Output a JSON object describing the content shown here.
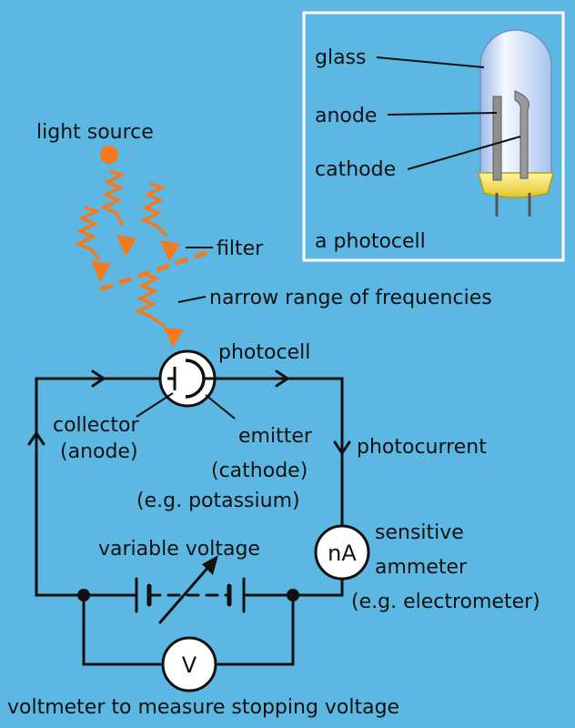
{
  "labels": {
    "light_source": "light source",
    "filter": "filter",
    "narrow_range": "narrow range of frequencies",
    "photocell": "photocell",
    "collector": "collector",
    "collector_sub": "(anode)",
    "emitter": "emitter",
    "emitter_sub": "(cathode)",
    "emitter_example": "(e.g. potassium)",
    "photocurrent": "photocurrent",
    "variable_voltage": "variable voltage",
    "sensitive": "sensitive",
    "ammeter": "ammeter",
    "ammeter_example": "(e.g. electrometer)",
    "voltmeter_caption": "voltmeter to measure stopping voltage"
  },
  "meters": {
    "ammeter_symbol": "nA",
    "voltmeter_symbol": "V"
  },
  "inset": {
    "glass": "glass",
    "anode": "anode",
    "cathode": "cathode",
    "caption": "a photocell"
  },
  "colors": {
    "background": "#5cb8e2",
    "light": "#f47a20",
    "wire": "#111111",
    "inset_border": "#ffffff",
    "tube_base": "#f2de4a"
  }
}
